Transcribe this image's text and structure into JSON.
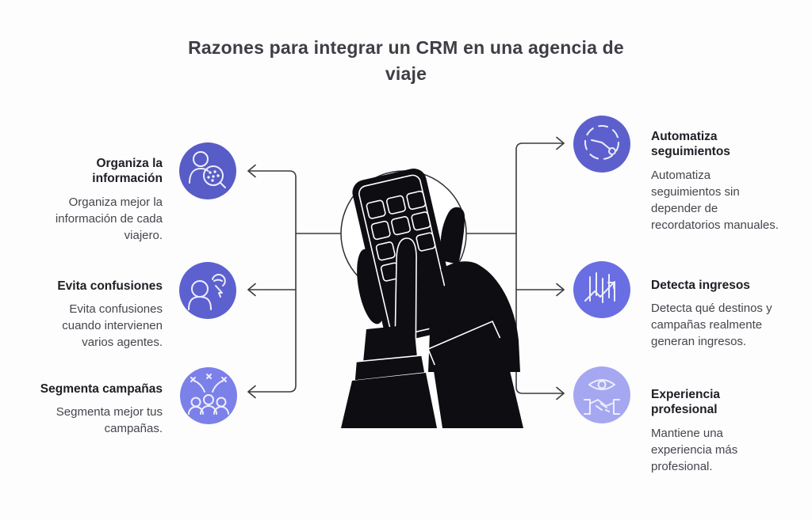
{
  "title": "Razones para integrar un CRM en una agencia de viaje",
  "colors": {
    "background": "#fdfdfe",
    "connector_line": "#3b3b41",
    "heading_text": "#1e1e24",
    "body_text": "#45454c",
    "icon_stroke": "#eceefb",
    "illustration_ink": "#0d0d12"
  },
  "center": {
    "illustration": "hands-holding-phone-keypad"
  },
  "left_items": [
    {
      "heading": "Organiza la información",
      "body": "Organiza mejor la información de cada viajero.",
      "icon": "person-search-icon",
      "circle_color": "#585cc6"
    },
    {
      "heading": "Evita confusiones",
      "body": "Evita confusiones cuando intervienen varios agentes.",
      "icon": "two-agents-cursor-icon",
      "circle_color": "#5d61cf"
    },
    {
      "heading": "Segmenta campañas",
      "body": "Segmenta mejor tus campañas.",
      "icon": "audience-celebration-icon",
      "circle_color": "#7c80e9"
    }
  ],
  "right_items": [
    {
      "heading": "Automatiza seguimientos",
      "body": "Automatiza seguimientos sin depender de recordatorios manuales.",
      "icon": "clock-icon",
      "circle_color": "#5d60cc"
    },
    {
      "heading": "Detecta ingresos",
      "body": "Detecta qué destinos y campañas realmente generan ingresos.",
      "icon": "chart-growth-arrow-icon",
      "circle_color": "#6a6ee3"
    },
    {
      "heading": "Experiencia profesional",
      "body": "Mantiene una experiencia más profesional.",
      "icon": "handshake-eye-icon",
      "circle_color": "#a5a8f0"
    }
  ]
}
